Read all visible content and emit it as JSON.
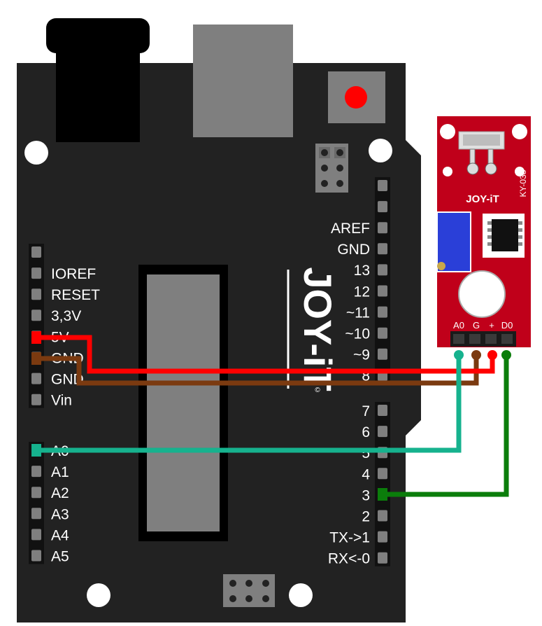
{
  "board": {
    "brand": "JOY-iT",
    "left_header": {
      "power": [
        "IOREF",
        "RESET",
        "3,3V",
        "5V",
        "GND",
        "GND",
        "Vin"
      ],
      "analog": [
        "A0",
        "A1",
        "A2",
        "A3",
        "A4",
        "A5"
      ]
    },
    "right_header": {
      "upper": [
        "AREF",
        "GND",
        "13",
        "12",
        "~11",
        "~10",
        "~9",
        "8"
      ],
      "lower": [
        "7",
        "6",
        "5",
        "4",
        "3",
        "2",
        "TX->1",
        "RX<-0"
      ]
    },
    "copyright": "©"
  },
  "sensor": {
    "model": "KY-038",
    "brand": "JOY-iT",
    "pins": [
      "A0",
      "G",
      "+",
      "D0"
    ]
  },
  "wires": {
    "5v": "#ff0000",
    "gnd": "#7b3a10",
    "a0": "#16b28e",
    "d0": "#0b7d0b"
  }
}
